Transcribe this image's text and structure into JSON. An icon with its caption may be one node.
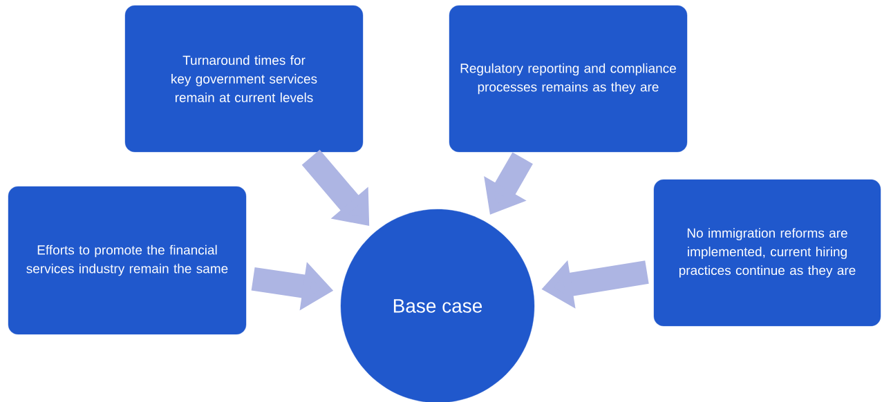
{
  "diagram": {
    "nodes": [
      {
        "text": [
          "Turnaround times for key government services remain at current levels"
        ]
      },
      {
        "text": [
          "Regulatory reporting and compliance processes remains as they are"
        ]
      },
      {
        "text": [
          "Efforts to promote the financial services industry remain the same"
        ]
      },
      {
        "text": [
          "Base case"
        ]
      },
      {
        "text": [
          "No immigration reforms are implemented, current hiring practices continue as they are"
        ]
      }
    ],
    "edges": [
      {
        "from": 0,
        "to": 3,
        "arrow": "to"
      },
      {
        "from": 1,
        "to": 3,
        "arrow": "to"
      },
      {
        "from": 2,
        "to": 3,
        "arrow": "to"
      },
      {
        "from": 4,
        "to": 3,
        "arrow": "to"
      }
    ]
  }
}
